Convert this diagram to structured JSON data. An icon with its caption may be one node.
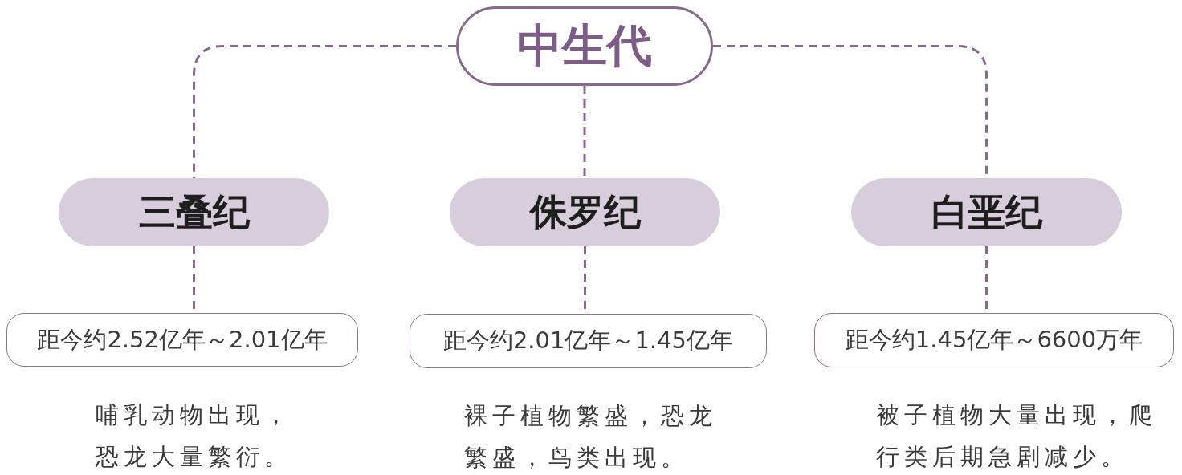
{
  "diagram": {
    "nodes": [
      {
        "text": [
          "中生代"
        ]
      },
      {
        "text": [
          "三叠纪"
        ]
      },
      {
        "text": [
          "侏罗纪"
        ]
      },
      {
        "text": [
          "白垩纪"
        ]
      },
      {
        "text": [
          "距今约2.52亿年～2.01亿年"
        ],
        "beside": [
          "哺乳动物出现，恐龙大量繁衍。"
        ]
      },
      {
        "text": [
          "距今约2.01亿年～1.45亿年"
        ],
        "beside": [
          "裸子植物繁盛，恐龙繁盛，鸟类出现。"
        ]
      },
      {
        "text": [
          "距今约1.45亿年～6600万年"
        ],
        "beside": [
          "被子植物大量出现，爬行类后期急剧减少。"
        ]
      }
    ],
    "edges": [
      {
        "from": 0,
        "to": 1,
        "arrow": "none",
        "style": "dashed"
      },
      {
        "from": 0,
        "to": 2,
        "arrow": "none",
        "style": "dashed"
      },
      {
        "from": 0,
        "to": 3,
        "arrow": "none",
        "style": "dashed"
      },
      {
        "from": 1,
        "to": 4,
        "arrow": "none",
        "style": "dashed"
      },
      {
        "from": 2,
        "to": 5,
        "arrow": "none",
        "style": "dashed"
      },
      {
        "from": 3,
        "to": 6,
        "arrow": "none",
        "style": "dashed"
      }
    ]
  }
}
